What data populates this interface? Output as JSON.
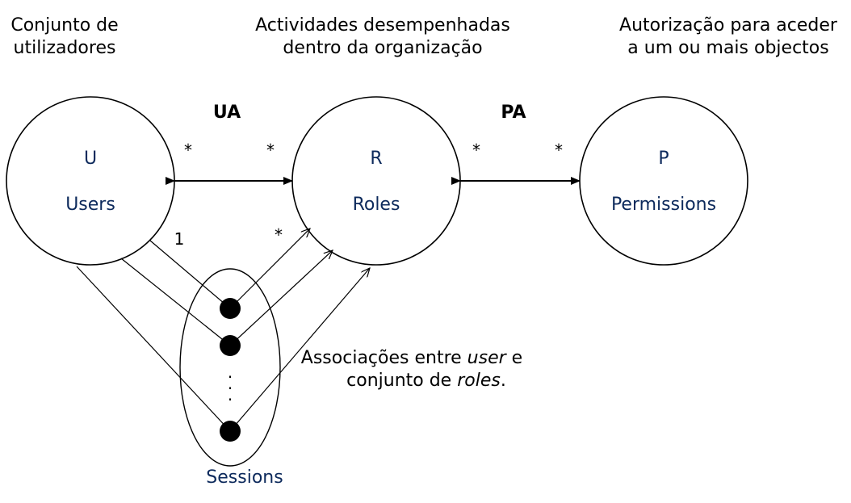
{
  "colors": {
    "node_label": "#0d2a5c",
    "stroke": "#000000",
    "background": "#ffffff"
  },
  "captions": {
    "users_line1": "Conjunto de",
    "users_line2": "utilizadores",
    "roles_line1": "Actividades desempenhadas",
    "roles_line2": "dentro da organização",
    "perms_line1": "Autorização para aceder",
    "perms_line2": "a um ou mais objectos"
  },
  "nodes": {
    "users": {
      "letter": "U",
      "name": "Users"
    },
    "roles": {
      "letter": "R",
      "name": "Roles"
    },
    "permissions": {
      "letter": "P",
      "name": "Permissions"
    },
    "sessions": {
      "name": "Sessions"
    }
  },
  "relations": {
    "ua": "UA",
    "pa": "PA"
  },
  "multiplicities": {
    "ua_users_side": "*",
    "ua_roles_side": "*",
    "pa_roles_side": "*",
    "pa_perms_side": "*",
    "session_user_side": "1",
    "session_roles_side": "*"
  },
  "ellipsis": "·",
  "note": {
    "line1_pre": "Associações entre ",
    "line1_em": "user",
    "line1_post": " e",
    "line2_pre": "conjunto de ",
    "line2_em": "roles",
    "line2_post": "."
  }
}
